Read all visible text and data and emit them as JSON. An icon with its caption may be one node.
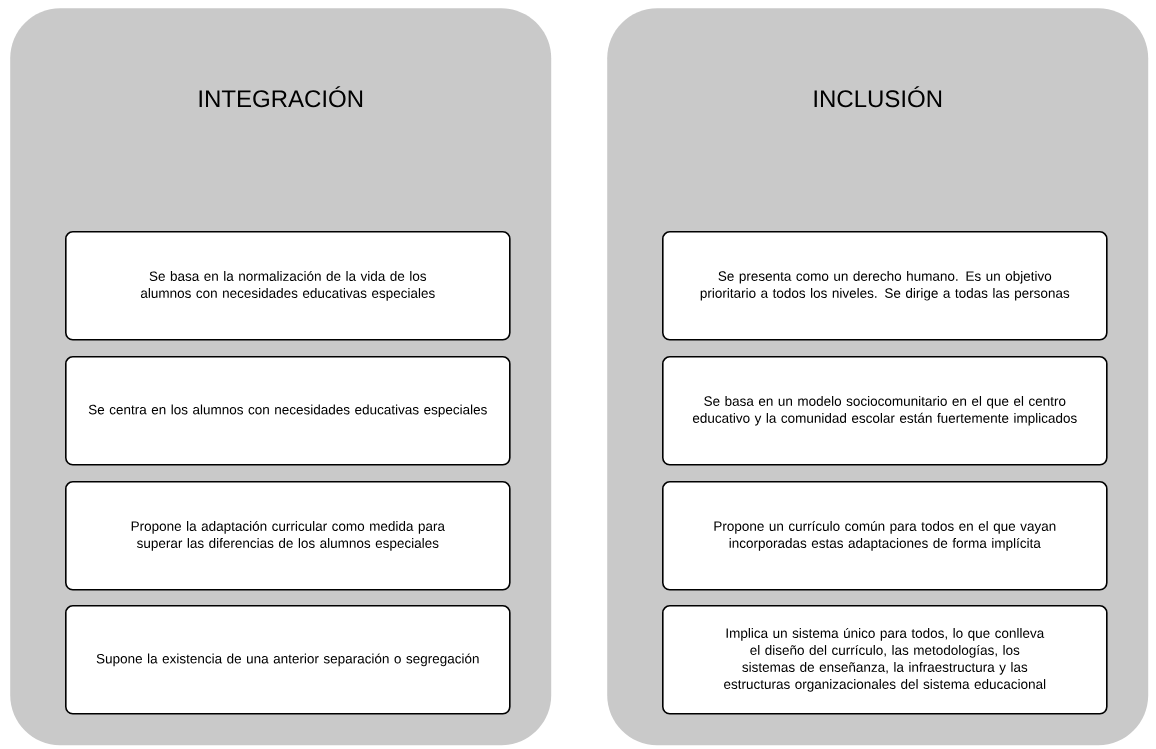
{
  "diagram": {
    "nodes": [
      {
        "text": [
          "INTEGRACIÓN"
        ]
      },
      {
        "text": [
          "Se basa en la normalización de la vida de los alumnos con necesidades educativas especiales"
        ],
        "in": 0
      },
      {
        "text": [
          "Se centra en los alumnos con necesidades educativas especiales"
        ],
        "in": 0
      },
      {
        "text": [
          "Propone la adaptación curricular como medida  para superar las diferencias de los alumnos especiales"
        ],
        "in": 0
      },
      {
        "text": [
          "Supone la existencia de una anterior separación o segregación"
        ],
        "in": 0
      },
      {
        "text": [
          "INCLUSIÓN"
        ]
      },
      {
        "text": [
          "Se presenta como un derecho humano. Es un objetivo prioritario a todos los niveles. Se dirige a todas las personas"
        ],
        "in": 5
      },
      {
        "text": [
          "Se basa en un modelo sociocomunitario en el que el centro educativo y la comunidad escolar están fuertemente implicados"
        ],
        "in": 5
      },
      {
        "text": [
          "Propone un currículo común para todos en el que vayan incorporadas estas adaptaciones de forma implícita"
        ],
        "in": 5
      },
      {
        "text": [
          "Implica un sistema único para todos, lo que conlleva el diseño del currículo, las metodologías, los sistemas de enseñanza, la  infraestructura y las estructuras organizacionales del sistema educacional"
        ],
        "in": 5
      }
    ]
  }
}
